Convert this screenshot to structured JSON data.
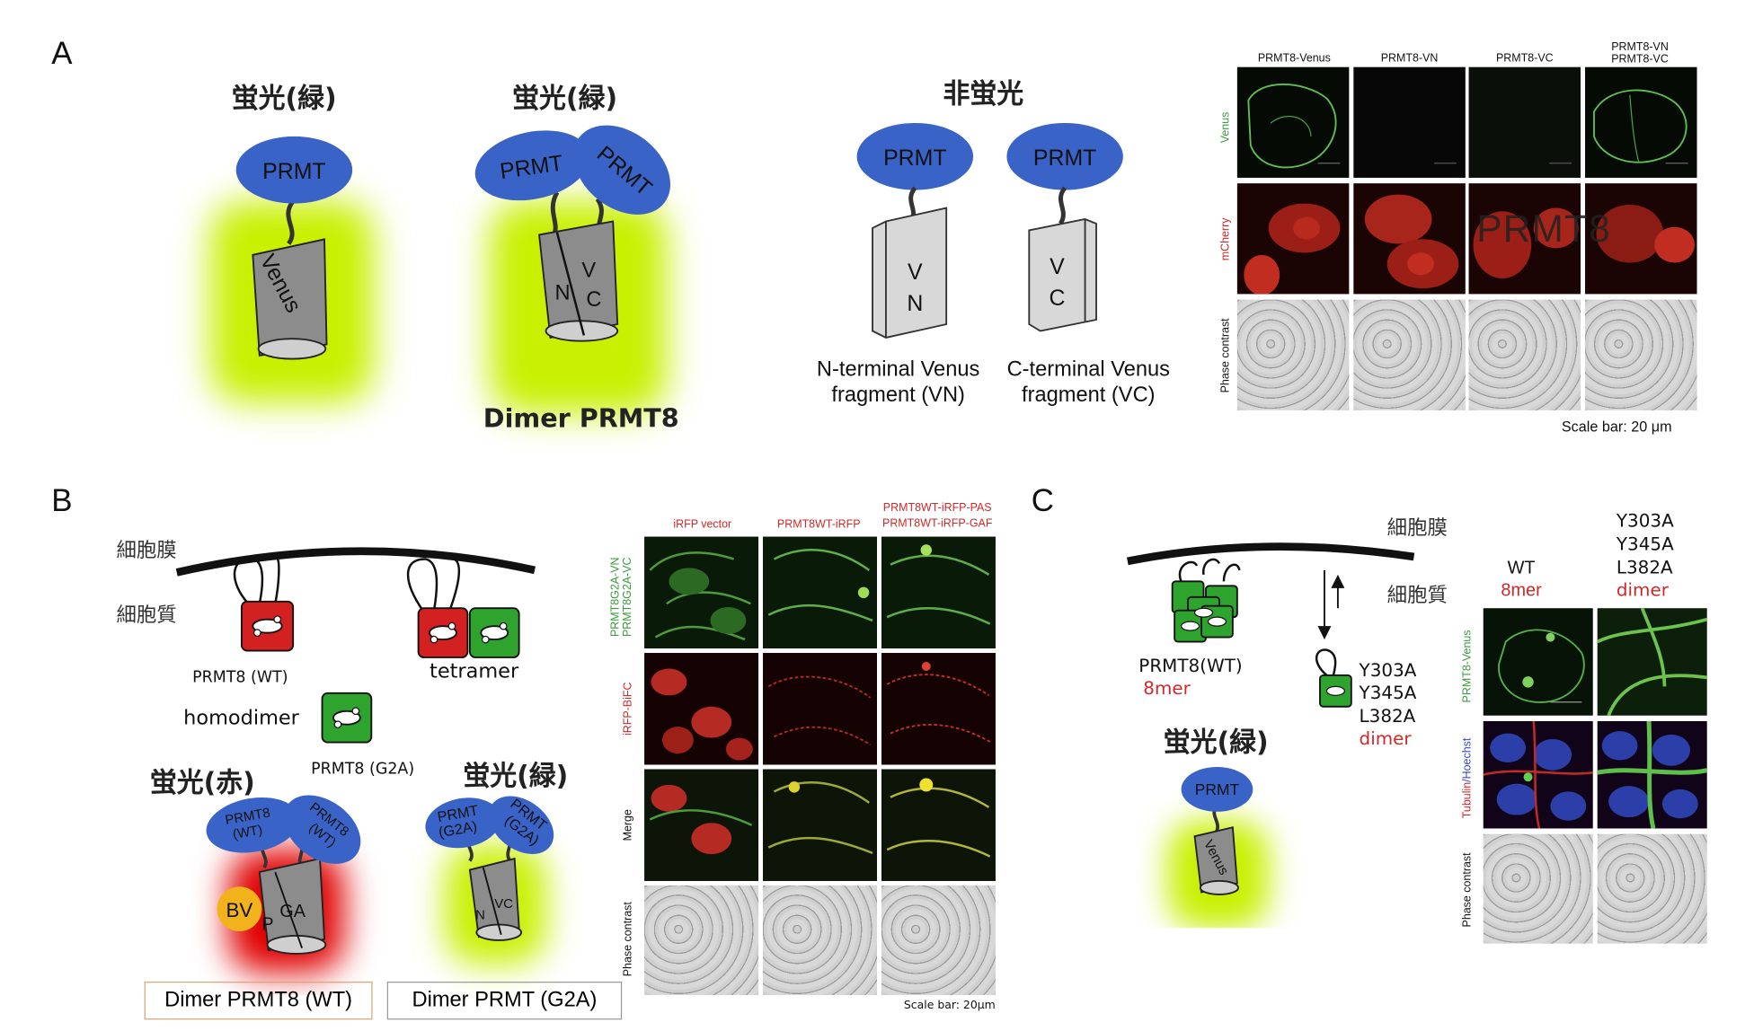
{
  "panels": {
    "a": "A",
    "b": "B",
    "c": "C"
  },
  "panel_a": {
    "fluor_green_1": "蛍光(緑)",
    "fluor_green_2": "蛍光(緑)",
    "nonfluor": "非蛍光",
    "prmt": "PRMT",
    "venus": "Venus",
    "n": "N",
    "v": "V",
    "c": "C",
    "dimer_caption": "Dimer PRMT8",
    "vn_caption_1": "N-terminal Venus",
    "vn_caption_2": "fragment (VN)",
    "vc_caption_1": "C-terminal Venus",
    "vc_caption_2": "fragment (VC)",
    "micro": {
      "columns": [
        "PRMT8-Venus",
        "PRMT8-VN",
        "PRMT8-VC",
        "PRMT8-VN\nPRMT8-VC"
      ],
      "rows": [
        "Venus",
        "mCherry",
        "Phase contrast"
      ],
      "overlay": "PRMT8",
      "scale": "Scale bar: 20 μm"
    }
  },
  "panel_b": {
    "membrane": "細胞膜",
    "cytoplasm": "細胞質",
    "wt": "PRMT8 (WT)",
    "tetramer": "tetramer",
    "homodimer": "homodimer",
    "g2a": "PRMT8 (G2A)",
    "fluor_red": "蛍光(赤)",
    "fluor_green": "蛍光(緑)",
    "prmt8": "PRMT8",
    "wt_paren": "(WT)",
    "prmt": "PRMT",
    "g2a_paren": "(G2A)",
    "bv": "BV",
    "p": "P",
    "ga": "GA",
    "n": "N",
    "vc": "VC",
    "box_wt": "Dimer PRMT8 (WT)",
    "box_g2a": "Dimer PRMT (G2A)",
    "micro": {
      "columns": [
        "iRFP vector",
        "PRMT8WT-iRFP",
        "PRMT8WT-iRFP-PAS\nPRMT8WT-iRFP-GAF"
      ],
      "rows": [
        "PRMT8G2A-VN\nPRMT8G2A-VC",
        "iRFP-BiFC",
        "Merge",
        "Phase contrast"
      ],
      "scale": "Scale bar: 20μm"
    }
  },
  "panel_c": {
    "membrane": "細胞膜",
    "cytoplasm": "細胞質",
    "wt": "PRMT8(WT)",
    "mer8": "8mer",
    "mut1": "Y303A",
    "mut2": "Y345A",
    "mut3": "L382A",
    "dimer": "dimer",
    "fluor_green": "蛍光(緑)",
    "prmt": "PRMT",
    "venus": "Venus",
    "col_wt": "WT",
    "col_wt_sub": "8mer",
    "col_mut_sub": "dimer",
    "row1": "PRMT8-Venus",
    "row2a": "Tubulin",
    "row2b": "/Hoechst",
    "row3": "Phase contrast"
  },
  "colors": {
    "blue": "#3a63c7",
    "green_glow": "#c8f000",
    "red_glow": "#e00000",
    "label_red": "#d02828",
    "label_green": "#3d9a3d"
  }
}
